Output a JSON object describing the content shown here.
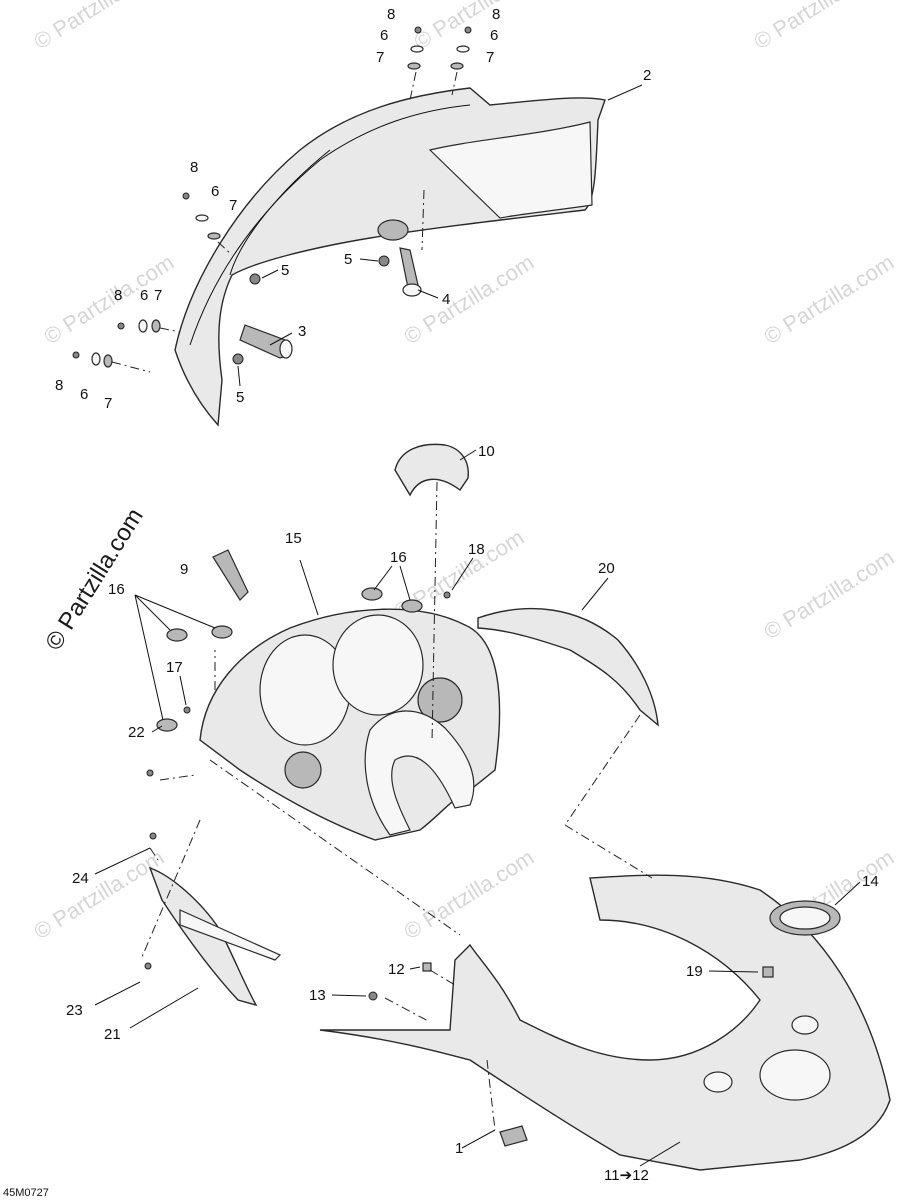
{
  "diagram": {
    "drawing_code": "45M0727",
    "watermark": "© Partzilla.com",
    "callouts": [
      {
        "id": "c1",
        "text": "1"
      },
      {
        "id": "c2",
        "text": "2"
      },
      {
        "id": "c3",
        "text": "3"
      },
      {
        "id": "c4",
        "text": "4"
      },
      {
        "id": "c5a",
        "text": "5"
      },
      {
        "id": "c5b",
        "text": "5"
      },
      {
        "id": "c5c",
        "text": "5"
      },
      {
        "id": "c6a",
        "text": "6"
      },
      {
        "id": "c6b",
        "text": "6"
      },
      {
        "id": "c6c",
        "text": "6"
      },
      {
        "id": "c6d",
        "text": "6"
      },
      {
        "id": "c6e",
        "text": "6"
      },
      {
        "id": "c7a",
        "text": "7"
      },
      {
        "id": "c7b",
        "text": "7"
      },
      {
        "id": "c7c",
        "text": "7"
      },
      {
        "id": "c7d",
        "text": "7"
      },
      {
        "id": "c7e",
        "text": "7"
      },
      {
        "id": "c8a",
        "text": "8"
      },
      {
        "id": "c8b",
        "text": "8"
      },
      {
        "id": "c8c",
        "text": "8"
      },
      {
        "id": "c8d",
        "text": "8"
      },
      {
        "id": "c8e",
        "text": "8"
      },
      {
        "id": "c9",
        "text": "9"
      },
      {
        "id": "c10",
        "text": "10"
      },
      {
        "id": "c11",
        "text": "11➔12"
      },
      {
        "id": "c12",
        "text": "12"
      },
      {
        "id": "c13",
        "text": "13"
      },
      {
        "id": "c14",
        "text": "14"
      },
      {
        "id": "c15",
        "text": "15"
      },
      {
        "id": "c16a",
        "text": "16"
      },
      {
        "id": "c16b",
        "text": "16"
      },
      {
        "id": "c17",
        "text": "17"
      },
      {
        "id": "c18",
        "text": "18"
      },
      {
        "id": "c19",
        "text": "19"
      },
      {
        "id": "c20",
        "text": "20"
      },
      {
        "id": "c21",
        "text": "21"
      },
      {
        "id": "c22",
        "text": "22"
      },
      {
        "id": "c23",
        "text": "23"
      },
      {
        "id": "c24",
        "text": "24"
      }
    ]
  }
}
